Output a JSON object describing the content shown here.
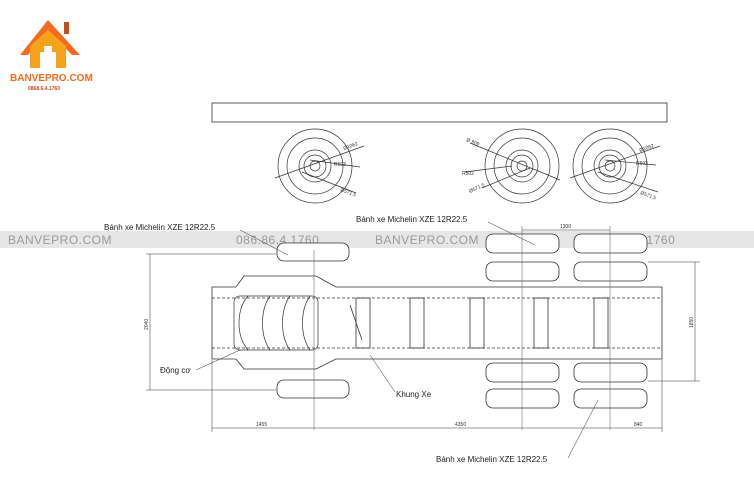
{
  "logo": {
    "brand": "BANVEPRO.COM",
    "phone": "0868.6.4.1760",
    "colors": {
      "primary": "#f26b21",
      "accent": "#f7a21b",
      "dark": "#c94a12"
    }
  },
  "watermark": {
    "band_color": "#dcdcdc",
    "texts": [
      "BANVEPRO.COM",
      "086.86.4.1760",
      "BANVEPRO.COM",
      "086.86.4.1760"
    ]
  },
  "labels": {
    "tire_top_left": "Bánh xe Michelin XZE 12R22.5",
    "tire_top_right": "Bánh xe Michelin XZE 12R22.5",
    "tire_bottom": "Bánh xe Michelin XZE 12R22.5",
    "engine": "Động cơ",
    "frame": "Khung Xe"
  },
  "dimensions": {
    "width": "2040",
    "rear_width": "1850",
    "front_overhang": "1455",
    "wheelbase": "4350",
    "rear_overhang": "840",
    "axle_spacing": "1300"
  },
  "wheel_callouts": {
    "w1": [
      "Ø1062",
      "R603",
      "Ø571.5"
    ],
    "w2": [
      "Ø 909",
      "R502",
      "Ø571.5"
    ],
    "w3": [
      "Ø1062",
      "R603",
      "Ø571.5"
    ]
  }
}
